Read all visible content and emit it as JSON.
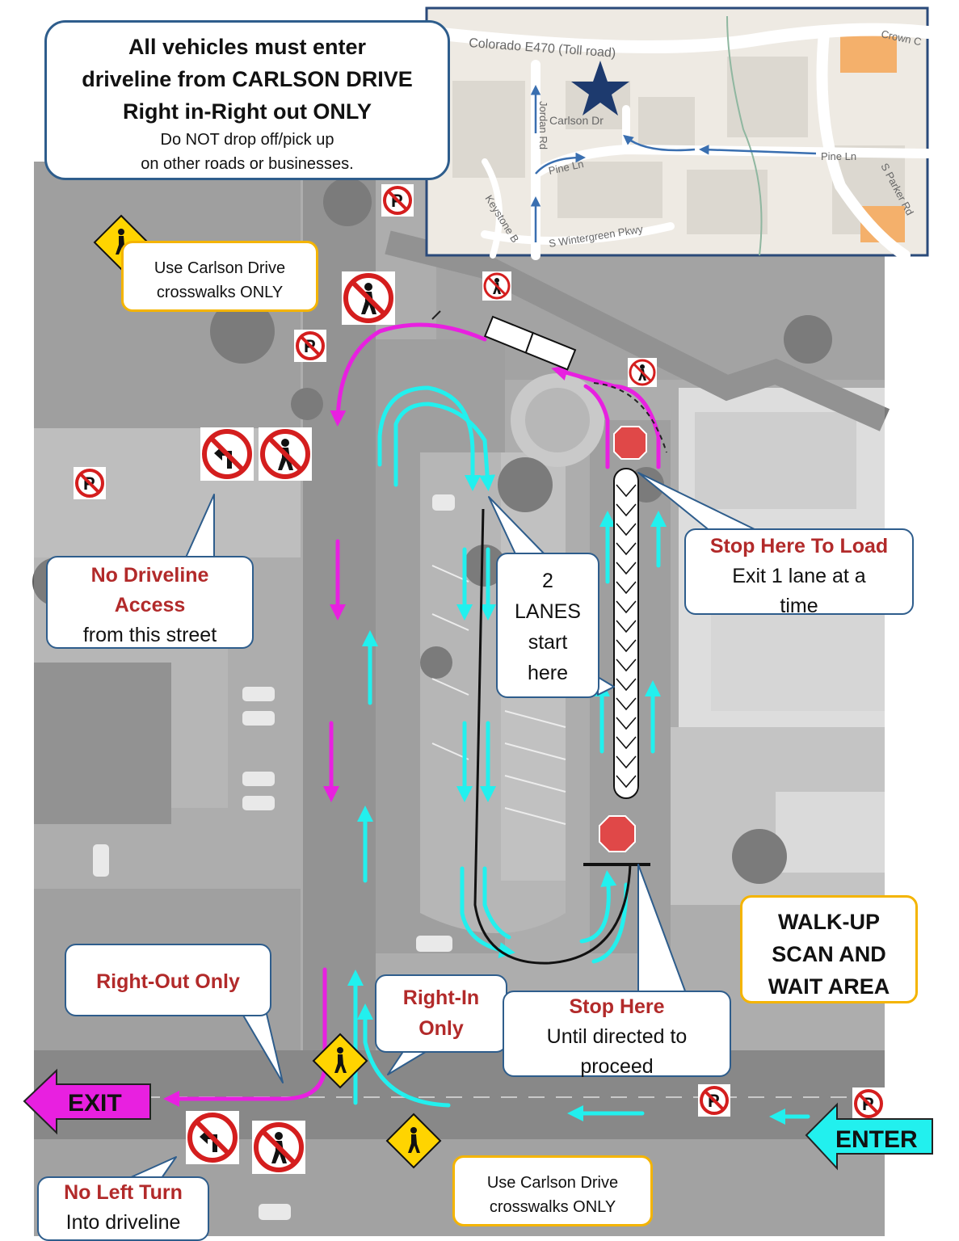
{
  "colors": {
    "inbound": "#22f0ee",
    "outbound": "#e820e0",
    "callout_border": "#2e5d8c",
    "gold_border": "#f4b400",
    "callout_red": "#b22a2a",
    "stop_sign": "#e04848",
    "sign_red": "#d41e1e",
    "crossing_yellow": "#ffd400",
    "route_blue": "#3a6fb0",
    "star": "#1d3a6e"
  },
  "header": {
    "line1": "All vehicles must enter",
    "line2": "driveline from CARLSON DRIVE",
    "line3": "Right in-Right out ONLY",
    "line4": "Do NOT drop off/pick up",
    "line5": "on other roads or businesses."
  },
  "inset_map": {
    "labels": {
      "highway": "Colorado E470 (Toll road)",
      "crown": "Crown C",
      "carlson": "Carlson Dr",
      "jordan": "Jordan Rd",
      "pine_left": "Pine Ln",
      "pine_right": "Pine Ln",
      "keystone": "Keystone B",
      "wintergreen": "S Wintergreen Pkwy",
      "parker": "S Parker Rd"
    },
    "icons": [
      "star-icon",
      "route-arrow-icon"
    ]
  },
  "callouts": {
    "crosswalk_top": {
      "line1": "Use Carlson Drive",
      "line2": "crosswalks ONLY"
    },
    "no_access": {
      "line1": "No Driveline",
      "line2": "Access",
      "line3": "from this street"
    },
    "two_lanes": {
      "line1": "2",
      "line2": "LANES",
      "line3": "start",
      "line4": "here"
    },
    "stop_load": {
      "title": "Stop Here To Load",
      "line1": "Exit 1 lane at a",
      "line2": "time"
    },
    "walkup": {
      "line1": "WALK-UP",
      "line2": "SCAN AND",
      "line3": "WAIT AREA"
    },
    "right_out": {
      "line1": "Right-Out Only"
    },
    "right_in": {
      "line1": "Right-In",
      "line2": "Only"
    },
    "stop_here": {
      "title": "Stop Here",
      "line1": "Until directed to",
      "line2": "proceed"
    },
    "crosswalk_bottom": {
      "line1": "Use Carlson Drive",
      "line2": "crosswalks ONLY"
    },
    "no_left": {
      "title": "No Left Turn",
      "line1": "Into driveline"
    }
  },
  "exit_label": "EXIT",
  "enter_label": "ENTER",
  "sign_icons": [
    "no-parking-icon",
    "no-pedestrian-icon",
    "no-left-turn-icon",
    "pedestrian-crossing-icon",
    "stop-sign-icon"
  ]
}
